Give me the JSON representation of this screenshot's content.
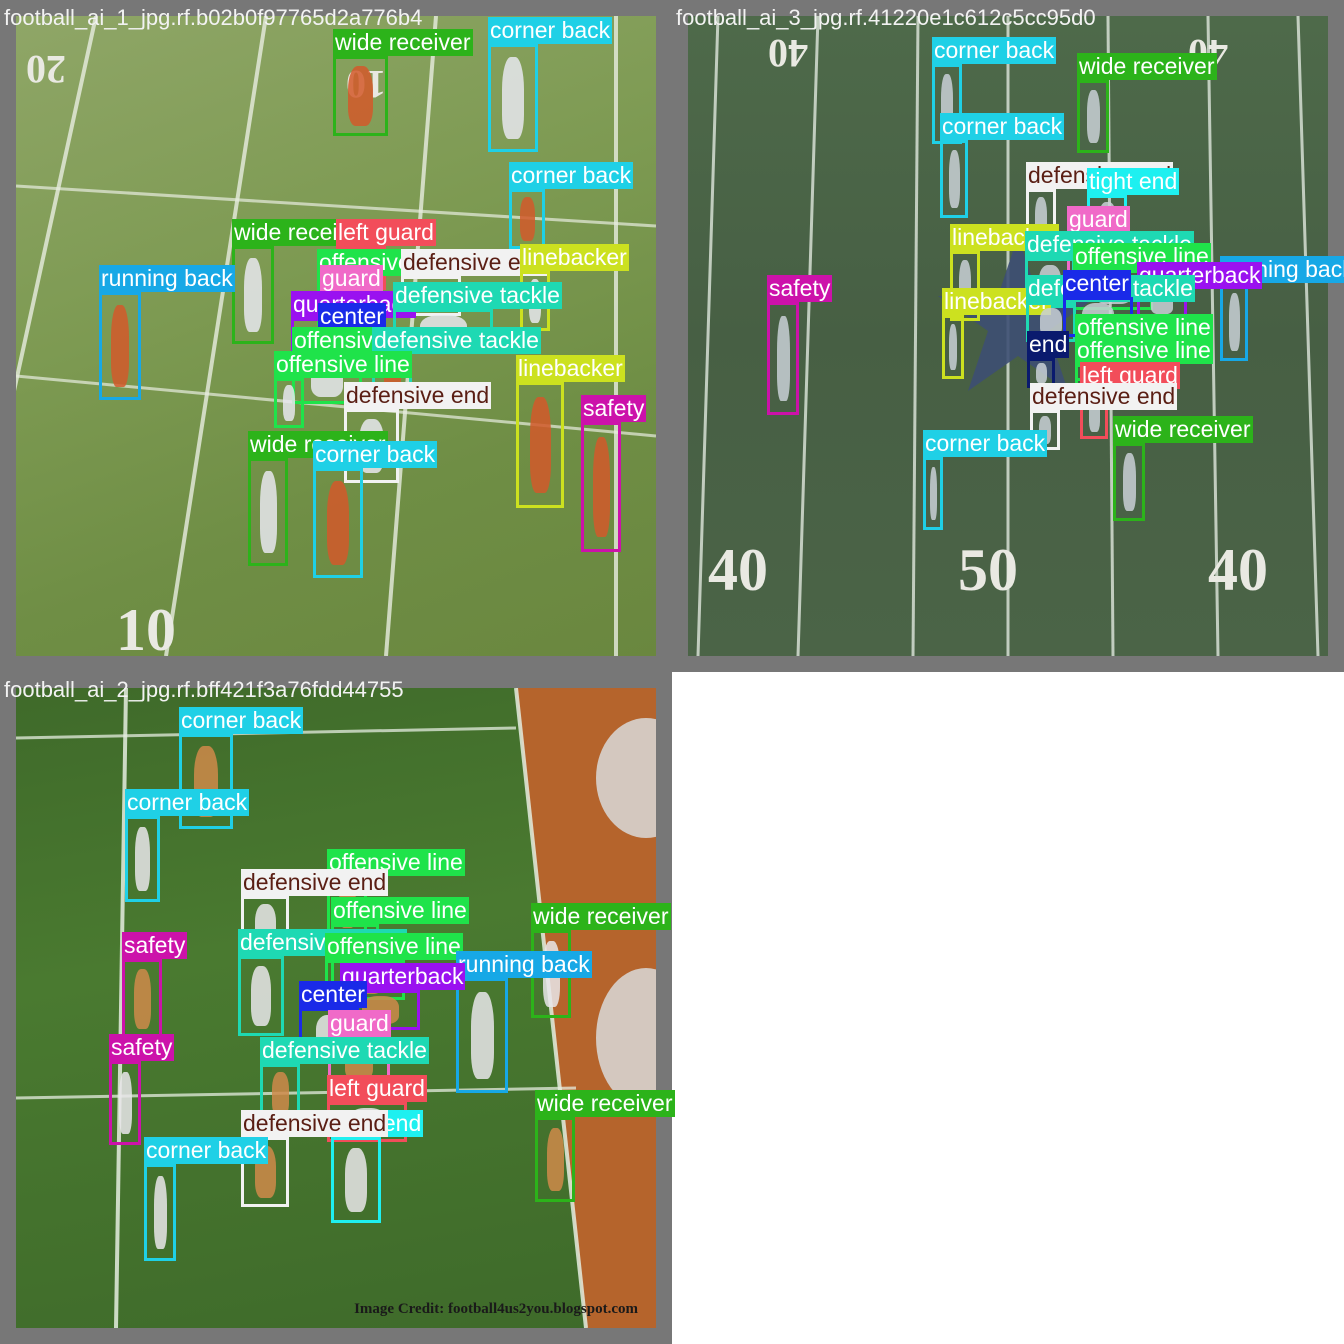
{
  "tiles": [
    {
      "title": "football_ai_1_jpg.rf.b02b0f97765d2a776b4"
    },
    {
      "title": "football_ai_3_jpg.rf.41220e1c612c5cc95d0"
    },
    {
      "title": "football_ai_2_jpg.rf.bff421f3a76fdd44755"
    }
  ],
  "field_numbers": {
    "tile1_top": "20",
    "tile1_top2": "10",
    "tile1_bottom": "10",
    "tile3_top_left": "40",
    "tile3_top_right": "40",
    "tile3_bottom_left": "40",
    "tile3_bottom_mid": "50",
    "tile3_bottom_right": "40"
  },
  "credit": "Image Credit: football4us2you.blogspot.com",
  "class_colors": {
    "wide receiver": "#2cb31a",
    "corner back": "#1fd0e6",
    "left guard": "#f24d5a",
    "offensive line": "#1fe34a",
    "defensive end": "#f2f2f2",
    "linebacker": "#cce11f",
    "running back": "#17a8e6",
    "quarterback": "#9a11f0",
    "center": "#1a2ae8",
    "defensive tackle": "#1ed9b3",
    "safety": "#cc12aa",
    "guard": "#f06ac8",
    "tight end": "#1ef0f0",
    "end": "#0a1a6e"
  },
  "detections": {
    "tile1": [
      {
        "label": "wide receiver"
      },
      {
        "label": "corner back"
      },
      {
        "label": "corner back"
      },
      {
        "label": "wide receiver"
      },
      {
        "label": "left guard"
      },
      {
        "label": "offensive line"
      },
      {
        "label": "defensive end"
      },
      {
        "label": "linebacker"
      },
      {
        "label": "running back"
      },
      {
        "label": "guard"
      },
      {
        "label": "quarterback"
      },
      {
        "label": "defensive tackle"
      },
      {
        "label": "center"
      },
      {
        "label": "offensive line"
      },
      {
        "label": "defensive tackle"
      },
      {
        "label": "offensive line"
      },
      {
        "label": "linebacker"
      },
      {
        "label": "defensive end"
      },
      {
        "label": "safety"
      },
      {
        "label": "wide receiver"
      },
      {
        "label": "corner back"
      }
    ],
    "tile3": [
      {
        "label": "corner back"
      },
      {
        "label": "wide receiver"
      },
      {
        "label": "corner back"
      },
      {
        "label": "defensive end"
      },
      {
        "label": "tight end"
      },
      {
        "label": "guard"
      },
      {
        "label": "linebacker"
      },
      {
        "label": "defensive tackle"
      },
      {
        "label": "offensive line"
      },
      {
        "label": "running back"
      },
      {
        "label": "safety"
      },
      {
        "label": "quarterback"
      },
      {
        "label": "linebacker"
      },
      {
        "label": "defensive tackle"
      },
      {
        "label": "center"
      },
      {
        "label": "offensive line"
      },
      {
        "label": "end"
      },
      {
        "label": "offensive line"
      },
      {
        "label": "left guard"
      },
      {
        "label": "defensive end"
      },
      {
        "label": "wide receiver"
      },
      {
        "label": "corner back"
      }
    ],
    "tile2": [
      {
        "label": "corner back"
      },
      {
        "label": "corner back"
      },
      {
        "label": "offensive line"
      },
      {
        "label": "defensive end"
      },
      {
        "label": "offensive line"
      },
      {
        "label": "wide receiver"
      },
      {
        "label": "safety"
      },
      {
        "label": "defensive tackle"
      },
      {
        "label": "offensive line"
      },
      {
        "label": "running back"
      },
      {
        "label": "quarterback"
      },
      {
        "label": "center"
      },
      {
        "label": "guard"
      },
      {
        "label": "safety"
      },
      {
        "label": "defensive tackle"
      },
      {
        "label": "left guard"
      },
      {
        "label": "wide receiver"
      },
      {
        "label": "tight end"
      },
      {
        "label": "defensive end"
      },
      {
        "label": "corner back"
      }
    ]
  }
}
